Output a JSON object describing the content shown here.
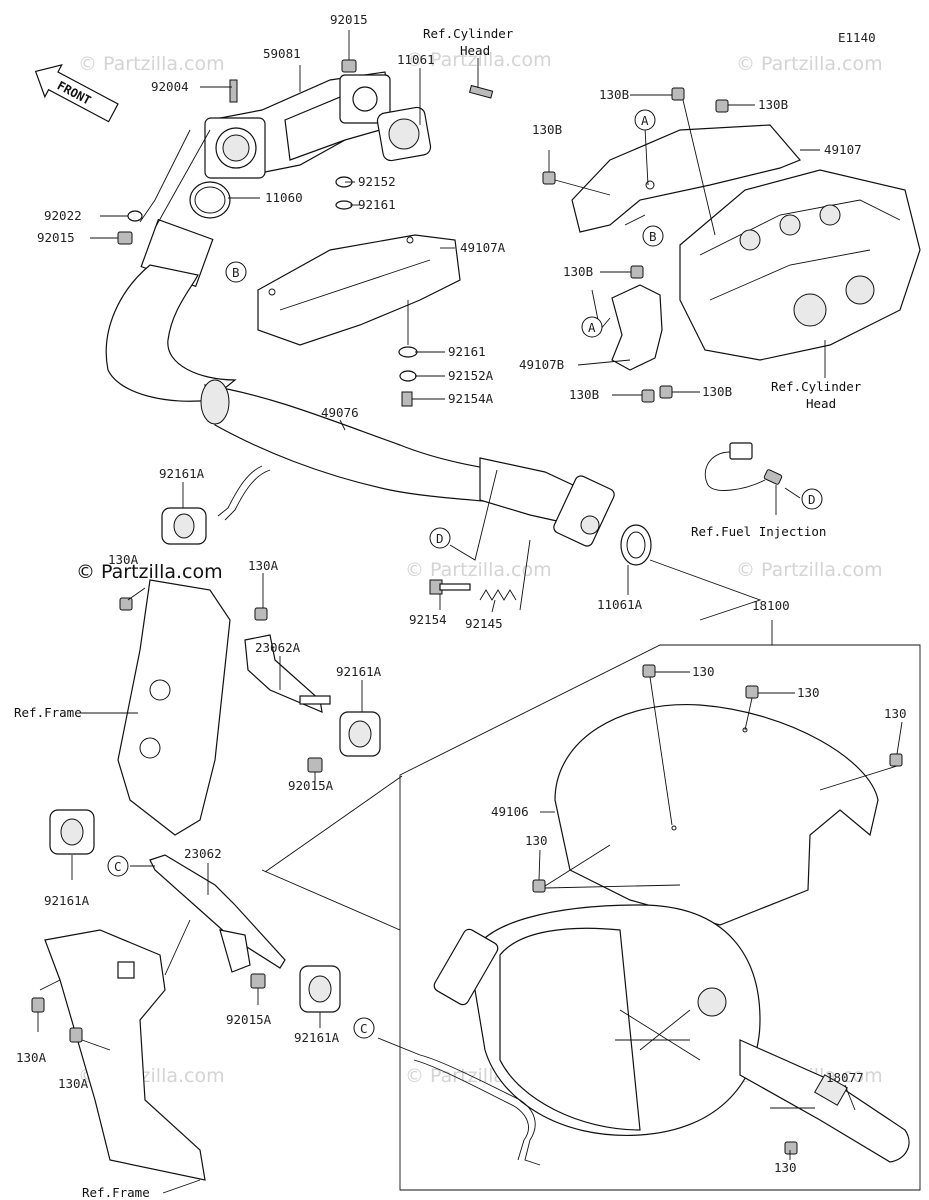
{
  "diagram_code": "E1140",
  "front_label": "FRONT",
  "watermark": "© Partzilla.com",
  "callouts": [
    "A",
    "B",
    "C",
    "D"
  ],
  "labels": {
    "p92015_top": "92015",
    "p59081": "59081",
    "p92004": "92004",
    "p11061": "11061",
    "ref_cyl_head_top_1": "Ref.Cylinder",
    "ref_cyl_head_top_2": "Head",
    "p92152": "92152",
    "p92161_a": "92161",
    "p11060": "11060",
    "p92022": "92022",
    "p92015_left": "92015",
    "p49107A": "49107A",
    "p92161_b": "92161",
    "p92152A": "92152A",
    "p92154A": "92154A",
    "p49076": "49076",
    "p92161A_top": "92161A",
    "p130A_1": "130A",
    "p130A_2": "130A",
    "p23062A": "23062A",
    "p92161A_mid": "92161A",
    "ref_frame_top": "Ref.Frame",
    "p92015A_top": "92015A",
    "p92154": "92154",
    "p92145": "92145",
    "p11061A": "11061A",
    "p18100": "18100",
    "p130B_1": "130B",
    "p130B_2": "130B",
    "p130B_3": "130B",
    "p49107": "49107",
    "p130B_4": "130B",
    "p49107B": "49107B",
    "p130B_5": "130B",
    "p130B_6": "130B",
    "ref_cyl_head_right_1": "Ref.Cylinder",
    "ref_cyl_head_right_2": "Head",
    "ref_fuel_injection": "Ref.Fuel Injection",
    "p130_1": "130",
    "p130_2": "130",
    "p130_3": "130",
    "p49106": "49106",
    "p130_4": "130",
    "p92161A_low": "92161A",
    "p23062": "23062",
    "p92015A_low": "92015A",
    "p92161A_bot": "92161A",
    "p130A_3": "130A",
    "p130A_4": "130A",
    "ref_frame_bot": "Ref.Frame",
    "p18077": "18077",
    "p130_5": "130"
  }
}
